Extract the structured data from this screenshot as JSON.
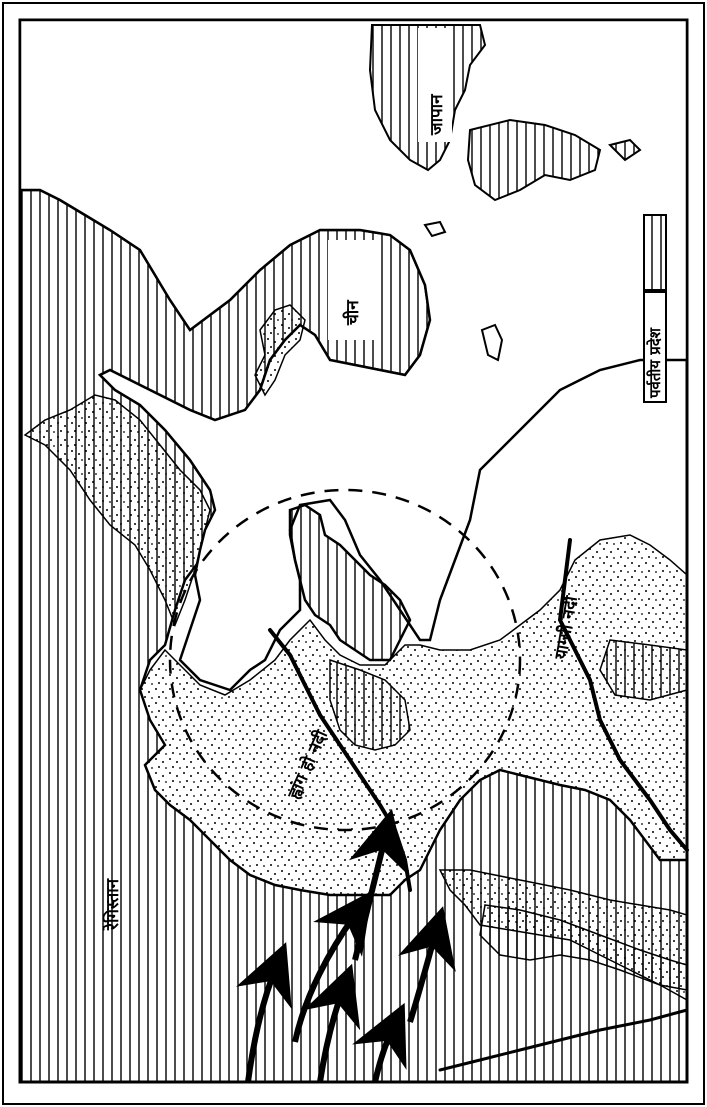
{
  "map": {
    "labels": {
      "desert": "रेगिस्तान",
      "mountain_legend": "पर्वतीय प्रदेश",
      "china": "चीन",
      "japan": "जापान",
      "huang_ho": "ह्वांग हो नदी",
      "yangtze": "याग्सी नदी"
    },
    "colors": {
      "ink": "#000000",
      "paper": "#ffffff"
    }
  }
}
